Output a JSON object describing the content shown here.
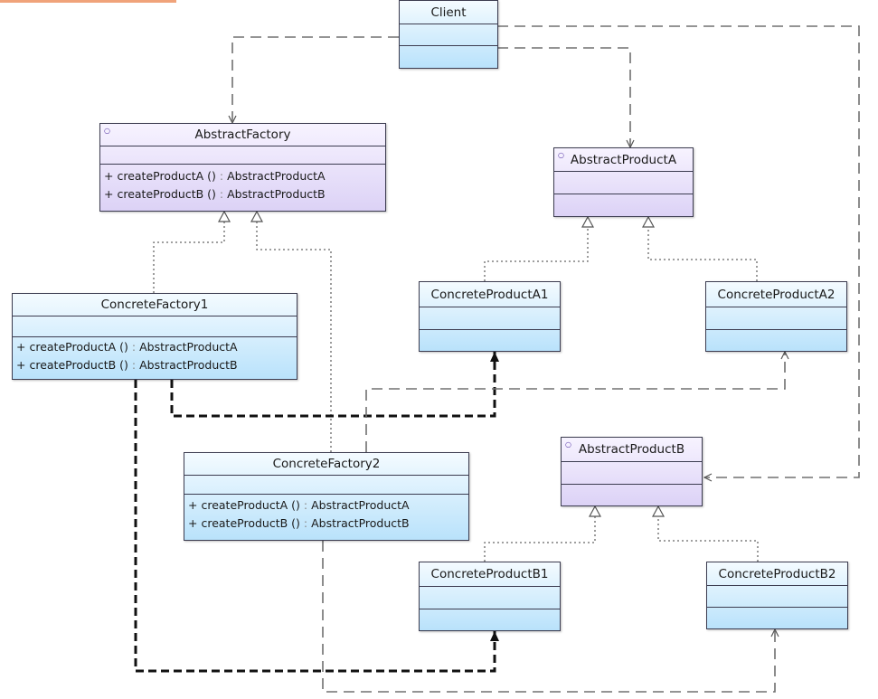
{
  "classes": {
    "client": {
      "name": "Client",
      "ops": []
    },
    "abstract_factory": {
      "name": "AbstractFactory",
      "ops": [
        {
          "vis": "+",
          "sig": "createProductA ()",
          "ret": "AbstractProductA"
        },
        {
          "vis": "+",
          "sig": "createProductB ()",
          "ret": "AbstractProductB"
        }
      ]
    },
    "concrete_factory1": {
      "name": "ConcreteFactory1",
      "ops": [
        {
          "vis": "+",
          "sig": "createProductA ()",
          "ret": "AbstractProductA"
        },
        {
          "vis": "+",
          "sig": "createProductB ()",
          "ret": "AbstractProductB"
        }
      ]
    },
    "concrete_factory2": {
      "name": "ConcreteFactory2",
      "ops": [
        {
          "vis": "+",
          "sig": "createProductA ()",
          "ret": "AbstractProductA"
        },
        {
          "vis": "+",
          "sig": "createProductB ()",
          "ret": "AbstractProductB"
        }
      ]
    },
    "abstract_product_a": {
      "name": "AbstractProductA",
      "ops": []
    },
    "concrete_product_a1": {
      "name": "ConcreteProductA1",
      "ops": []
    },
    "concrete_product_a2": {
      "name": "ConcreteProductA2",
      "ops": []
    },
    "abstract_product_b": {
      "name": "AbstractProductB",
      "ops": []
    },
    "concrete_product_b1": {
      "name": "ConcreteProductB1",
      "ops": []
    },
    "concrete_product_b2": {
      "name": "ConcreteProductB2",
      "ops": []
    }
  },
  "relations": [
    {
      "from": "client",
      "to": "abstract_factory",
      "kind": "dependency"
    },
    {
      "from": "client",
      "to": "abstract_product_a",
      "kind": "dependency"
    },
    {
      "from": "client",
      "to": "abstract_product_b",
      "kind": "dependency"
    },
    {
      "from": "concrete_factory1",
      "to": "abstract_factory",
      "kind": "realization"
    },
    {
      "from": "concrete_factory2",
      "to": "abstract_factory",
      "kind": "realization"
    },
    {
      "from": "concrete_product_a1",
      "to": "abstract_product_a",
      "kind": "realization"
    },
    {
      "from": "concrete_product_a2",
      "to": "abstract_product_a",
      "kind": "realization"
    },
    {
      "from": "concrete_product_b1",
      "to": "abstract_product_b",
      "kind": "realization"
    },
    {
      "from": "concrete_product_b2",
      "to": "abstract_product_b",
      "kind": "realization"
    },
    {
      "from": "concrete_factory1",
      "to": "concrete_product_a1",
      "kind": "creates",
      "emphasis": true
    },
    {
      "from": "concrete_factory1",
      "to": "concrete_product_b1",
      "kind": "creates",
      "emphasis": true
    },
    {
      "from": "concrete_factory2",
      "to": "concrete_product_a2",
      "kind": "creates"
    },
    {
      "from": "concrete_factory2",
      "to": "concrete_product_b2",
      "kind": "creates"
    }
  ],
  "colors": {
    "interface_top": "#f7f3ff",
    "interface_bottom": "#dcd2f6",
    "class_top": "#f4fbff",
    "class_bottom": "#b9e2fb",
    "line": "#3c3c50",
    "dependency_line": "#707070",
    "emphasis_line": "#111111"
  }
}
